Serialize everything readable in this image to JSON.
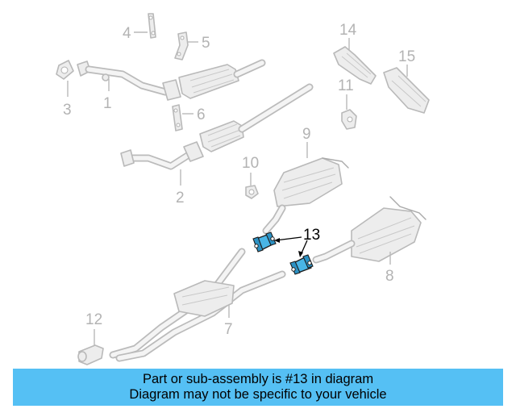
{
  "callouts": {
    "c1": "1",
    "c2": "2",
    "c3": "3",
    "c4": "4",
    "c5": "5",
    "c6": "6",
    "c7": "7",
    "c8": "8",
    "c9": "9",
    "c10": "10",
    "c11": "11",
    "c12": "12",
    "c13": "13",
    "c14": "14",
    "c15": "15"
  },
  "highlight": {
    "part_number": "13",
    "color": "#49b5e6"
  },
  "banner": {
    "line1": "Part or sub-assembly is #13 in diagram",
    "line2": "Diagram may not be specific to your vehicle",
    "background": "#55c0f4"
  }
}
